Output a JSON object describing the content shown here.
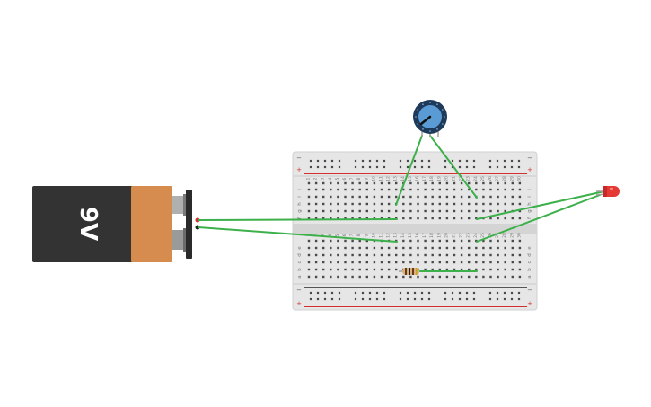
{
  "circuit": {
    "battery": {
      "label": "9V",
      "body_color": "#333333",
      "cap_color": "#d68c4f"
    },
    "breadboard": {
      "columns": 30,
      "upper_row_letters": [
        "a",
        "b",
        "c",
        "d",
        "e"
      ],
      "lower_row_letters": [
        "f",
        "g",
        "h",
        "i",
        "j"
      ],
      "rail_minus": "−",
      "rail_plus": "+",
      "body_color": "#e6e6e6",
      "rail_red": "#d32f2f",
      "rail_dark": "#555555"
    },
    "potentiometer": {
      "knob_color": "#5b9bd5",
      "body_color": "#1e3a5a"
    },
    "led": {
      "color": "#d32f2f"
    },
    "resistor": {
      "body_color": "#d7b27c"
    },
    "wire_color": "#3cb04a"
  }
}
